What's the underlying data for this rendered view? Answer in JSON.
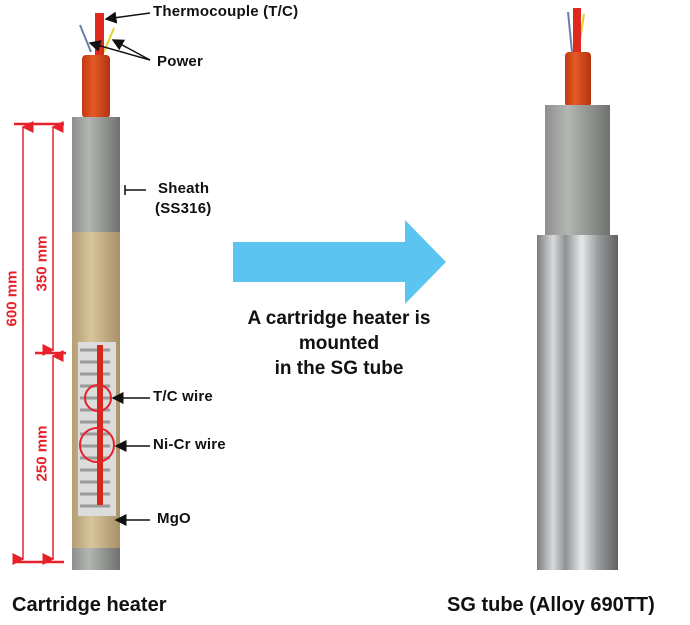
{
  "labels": {
    "thermocouple": "Thermocouple (T/C)",
    "power": "Power",
    "sheath": "Sheath",
    "sheath_material": "(SS316)",
    "tc_wire": "T/C wire",
    "nicr_wire": "Ni-Cr wire",
    "mgo": "MgO"
  },
  "dimensions": {
    "total": "600 mm",
    "upper": "350 mm",
    "lower": "250 mm"
  },
  "middle_text": [
    "A cartridge heater is",
    "mounted",
    "in the SG tube"
  ],
  "captions": {
    "left": "Cartridge heater",
    "right": "SG tube (Alloy 690TT)"
  },
  "colors": {
    "dimension_red": "#e8202a",
    "arrow_blue": "#5bc4f0",
    "sleeve_orange": "#d9491c",
    "sheath_grey": "#9a9c9a",
    "mgo_beige": "#c9b48a"
  }
}
